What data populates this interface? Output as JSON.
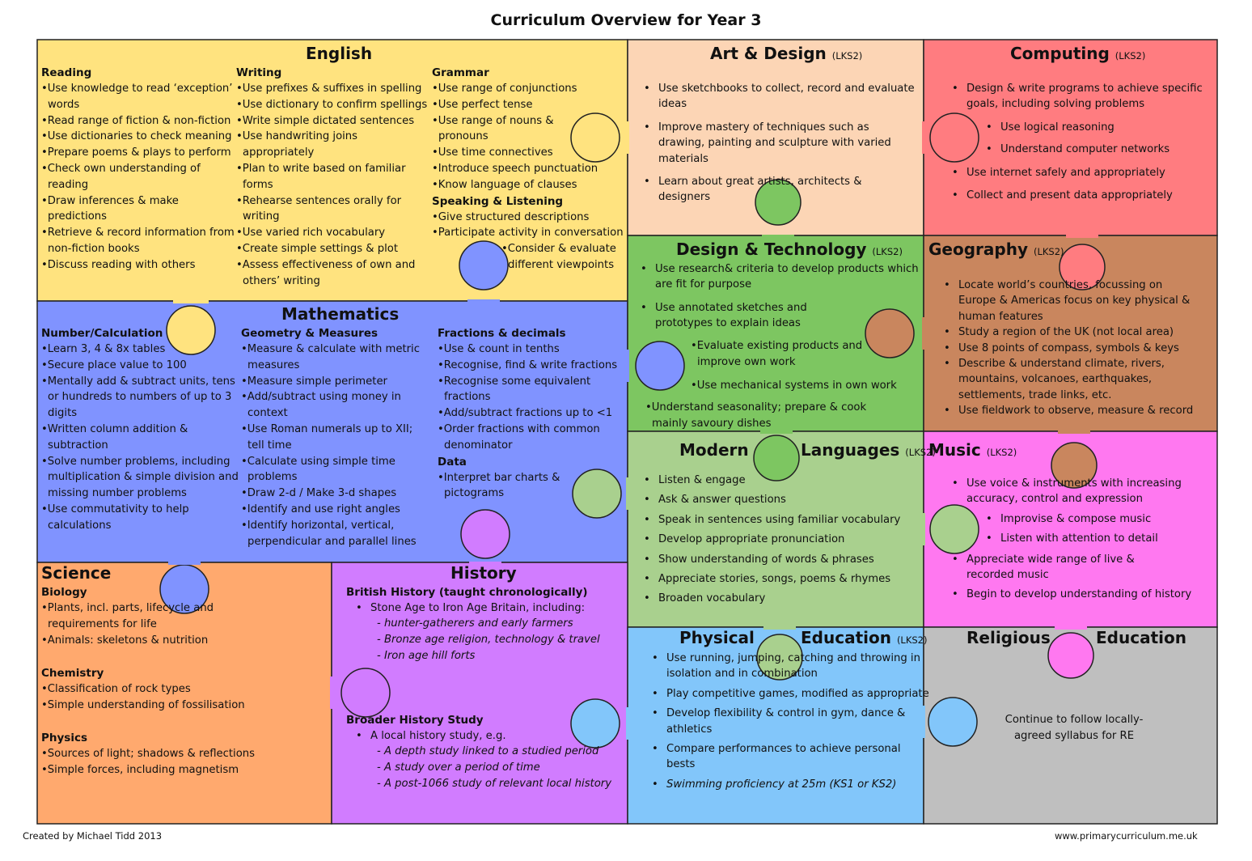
{
  "title": "Curriculum Overview for Year 3",
  "colors": {
    "english": "#FFE37F",
    "art": "#FCD5B5",
    "computing": "#FF7C80",
    "maths": "#8093FF",
    "dt": "#7DC661",
    "geography": "#C9865E",
    "languages": "#A9D08E",
    "music": "#FF78F0",
    "science": "#FFA96E",
    "history": "#D17CFF",
    "pe": "#82C6FA",
    "re": "#BFBFBF"
  },
  "english": {
    "title": "English",
    "reading": {
      "heading": "Reading",
      "items": [
        "Use knowledge to read ‘exception’ words",
        "Read range of fiction & non-fiction",
        "Use dictionaries to check meaning",
        "Prepare poems & plays to perform",
        "Check own understanding of reading",
        "Draw inferences & make predictions",
        "Retrieve & record information from non-fiction books",
        "Discuss reading with others"
      ]
    },
    "writing": {
      "heading": "Writing",
      "items": [
        "Use prefixes & suffixes in spelling",
        "Use dictionary to confirm spellings",
        "Write simple dictated sentences",
        "Use handwriting joins appropriately",
        "Plan to write based on familiar forms",
        "Rehearse sentences orally for writing",
        "Use varied rich vocabulary",
        "Create simple settings & plot",
        "Assess effectiveness of own and others’ writing"
      ]
    },
    "grammar": {
      "heading": "Grammar",
      "items": [
        "Use range of conjunctions",
        "Use perfect tense",
        "Use range of nouns & pronouns",
        "Use time connectives",
        "Introduce speech punctuation",
        "Know language of clauses"
      ]
    },
    "speaking": {
      "heading": "Speaking & Listening",
      "items": [
        "Give structured descriptions",
        "Participate activity in conversation",
        "Consider & evaluate different viewpoints"
      ]
    }
  },
  "art": {
    "title": "Art & Design",
    "tag": "(LKS2)",
    "items": [
      "Use sketchbooks to collect, record and evaluate ideas",
      "Improve mastery of techniques such as drawing, painting and sculpture with varied materials",
      "Learn about great artists, architects & designers"
    ]
  },
  "computing": {
    "title": "Computing",
    "tag": "(LKS2)",
    "items": [
      "Design & write programs to achieve specific goals, including solving problems",
      "Use logical reasoning",
      "Understand computer networks",
      "Use internet safely and appropriately",
      "Collect and present data appropriately"
    ]
  },
  "maths": {
    "title": "Mathematics",
    "number": {
      "heading": "Number/Calculation",
      "items": [
        "Learn 3, 4 & 8x tables",
        "Secure place value to 100",
        "Mentally add & subtract units, tens or hundreds to numbers of up to 3 digits",
        "Written column addition & subtraction",
        "Solve number problems, including multiplication & simple division and missing number problems",
        "Use commutativity to help calculations"
      ]
    },
    "geometry": {
      "heading": "Geometry & Measures",
      "items": [
        "Measure & calculate with metric measures",
        "Measure simple perimeter",
        "Add/subtract using money in context",
        "Use Roman numerals up to XII; tell time",
        "Calculate using simple time problems",
        "Draw 2-d / Make 3-d shapes",
        "Identify and use right angles",
        "Identify horizontal, vertical, perpendicular and parallel lines"
      ]
    },
    "fractions": {
      "heading": "Fractions & decimals",
      "items": [
        "Use & count in tenths",
        "Recognise, find & write fractions",
        "Recognise some equivalent fractions",
        "Add/subtract fractions up to <1",
        "Order fractions with common denominator"
      ]
    },
    "data": {
      "heading": "Data",
      "items": [
        "Interpret bar charts & pictograms"
      ]
    }
  },
  "dt": {
    "title": "Design & Technology",
    "tag": "(LKS2)",
    "items": [
      "Use research& criteria to develop products which are fit for purpose",
      "Use annotated sketches and prototypes to explain ideas",
      "Evaluate existing products and improve own work",
      "Use mechanical systems in own work",
      "Understand seasonality; prepare & cook mainly savoury dishes"
    ]
  },
  "geography": {
    "title": "Geography",
    "tag": "(LKS2)",
    "items": [
      "Locate world’s countries, focussing on Europe & Americas focus on key physical & human features",
      "Study a region of the UK (not local area)",
      "Use 8 points of compass, symbols & keys",
      "Describe & understand climate, rivers, mountains, volcanoes, earthquakes, settlements, trade links, etc.",
      "Use fieldwork to observe, measure & record"
    ]
  },
  "languages": {
    "title_left": "Modern",
    "title_right": "Languages",
    "tag": "(LKS2)",
    "items": [
      "Listen & engage",
      "Ask & answer questions",
      "Speak in sentences using familiar vocabulary",
      "Develop appropriate pronunciation",
      "Show understanding of words & phrases",
      "Appreciate stories, songs, poems & rhymes",
      "Broaden vocabulary"
    ]
  },
  "music": {
    "title": "Music",
    "tag": "(LKS2)",
    "items": [
      "Use voice & instruments with increasing accuracy, control and expression",
      "Improvise & compose music",
      "Listen with attention to detail",
      "Appreciate wide range of live & recorded music",
      "Begin to develop understanding of history"
    ]
  },
  "science": {
    "title": "Science",
    "biology": {
      "heading": "Biology",
      "items": [
        "Plants, incl. parts, lifecycle and requirements for life",
        "Animals: skeletons & nutrition"
      ]
    },
    "chemistry": {
      "heading": "Chemistry",
      "items": [
        "Classification of rock types",
        "Simple understanding of fossilisation"
      ]
    },
    "physics": {
      "heading": "Physics",
      "items": [
        "Sources of light; shadows & reflections",
        "Simple forces, including magnetism"
      ]
    }
  },
  "history": {
    "title": "History",
    "british": {
      "heading": "British History (taught chronologically)",
      "item": "Stone Age to Iron Age Britain, including:",
      "subitems": [
        "hunter-gatherers and early farmers",
        "Bronze age religion, technology & travel",
        "Iron age hill forts"
      ]
    },
    "broader": {
      "heading": "Broader History Study",
      "item": "A local history study, e.g.",
      "subitems": [
        "A depth study linked to a studied period",
        "A study over a period of time",
        "A post-1066 study of relevant local history"
      ]
    }
  },
  "pe": {
    "title_left": "Physical",
    "title_right": "Education",
    "tag": "(LKS2)",
    "items": [
      "Use running, jumping, catching and throwing in isolation and in combination",
      "Play competitive games, modified as appropriate",
      "Develop flexibility & control in gym, dance & athletics",
      "Compare performances to achieve personal bests",
      "Swimming proficiency at 25m (KS1 or KS2)"
    ]
  },
  "re": {
    "title_left": "Religious",
    "title_right": "Education",
    "text": "Continue to follow locally-agreed syllabus for RE"
  },
  "footer": {
    "left": "Created by Michael Tidd  2013",
    "right": "www.primarycurriculum.me.uk"
  }
}
